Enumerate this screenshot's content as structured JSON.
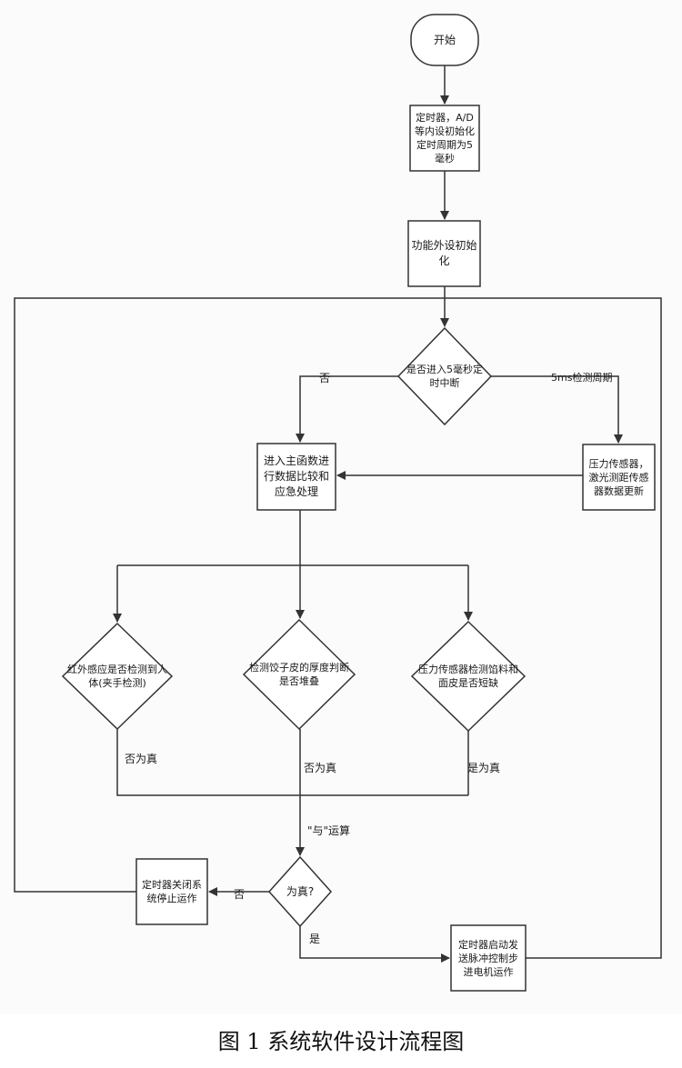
{
  "nodes": {
    "start": "开始",
    "init_timer": "定时器，A/D等内设初始化定时周期为5毫秒",
    "init_func": "功能外设初始化",
    "check_5ms": "是否进入5毫秒定时中断",
    "main_func": "进入主函数进行数据比较和应急处理",
    "sensor_update": "压力传感器，激光测距传感器数据更新",
    "ir_check": "红外感应是否检测到人体(夹手检测)",
    "thickness_check": "检测饺子皮的厚度判断是否堆叠",
    "pressure_check": "压力传感器检测馅料和面皮是否短缺",
    "is_true": "为真?",
    "timer_off": "定时器关闭系统停止运作",
    "timer_on": "定时器启动发送脉冲控制步进电机运作"
  },
  "edges": {
    "no": "否",
    "cycle_5ms": "5ms检测周期",
    "ir_false": "否为真",
    "thickness_false": "否为真",
    "pressure_true": "是为真",
    "and_op": "\"与\"运算",
    "no2": "否",
    "yes": "是"
  },
  "caption": "图 1 系统软件设计流程图"
}
